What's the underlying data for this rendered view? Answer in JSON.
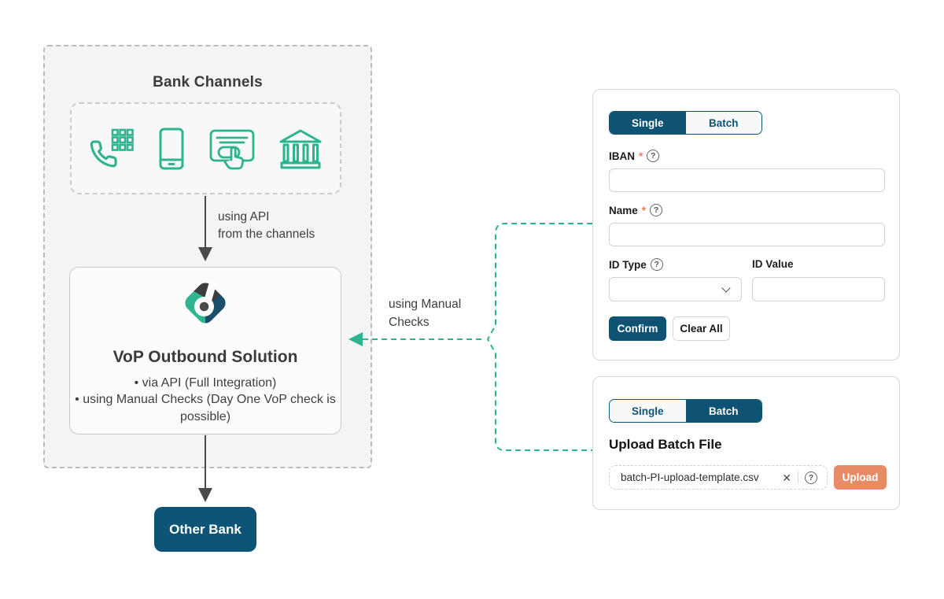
{
  "diagram": {
    "bank_channels": {
      "title": "Bank Channels",
      "icons": [
        "phone-keypad-icon",
        "mobile-phone-icon",
        "card-terminal-icon",
        "bank-building-icon"
      ]
    },
    "api_arrow": {
      "line1": "using API",
      "line2": "from the channels"
    },
    "vop": {
      "title": "VoP Outbound Solution",
      "bullet1": "via API (Full Integration)",
      "bullet2": "using Manual Checks (Day One VoP check is possible)"
    },
    "manual_checks": {
      "line1": "using Manual",
      "line2": "Checks"
    },
    "other_bank": {
      "label": "Other Bank"
    }
  },
  "single_form": {
    "tab_single": "Single",
    "tab_batch": "Batch",
    "iban_label": "IBAN",
    "iban_required": "*",
    "name_label": "Name",
    "name_required": "*",
    "id_type_label": "ID Type",
    "id_value_label": "ID Value",
    "help_glyph": "?",
    "confirm_label": "Confirm",
    "clear_label": "Clear All"
  },
  "batch_form": {
    "tab_single": "Single",
    "tab_batch": "Batch",
    "heading": "Upload Batch File",
    "file_name": "batch-PI-upload-template.csv",
    "clear_glyph": "✕",
    "help_glyph": "?",
    "upload_label": "Upload"
  },
  "colors": {
    "navy": "#0e5374",
    "teal": "#2cb48e",
    "salmon": "#e78b67"
  }
}
